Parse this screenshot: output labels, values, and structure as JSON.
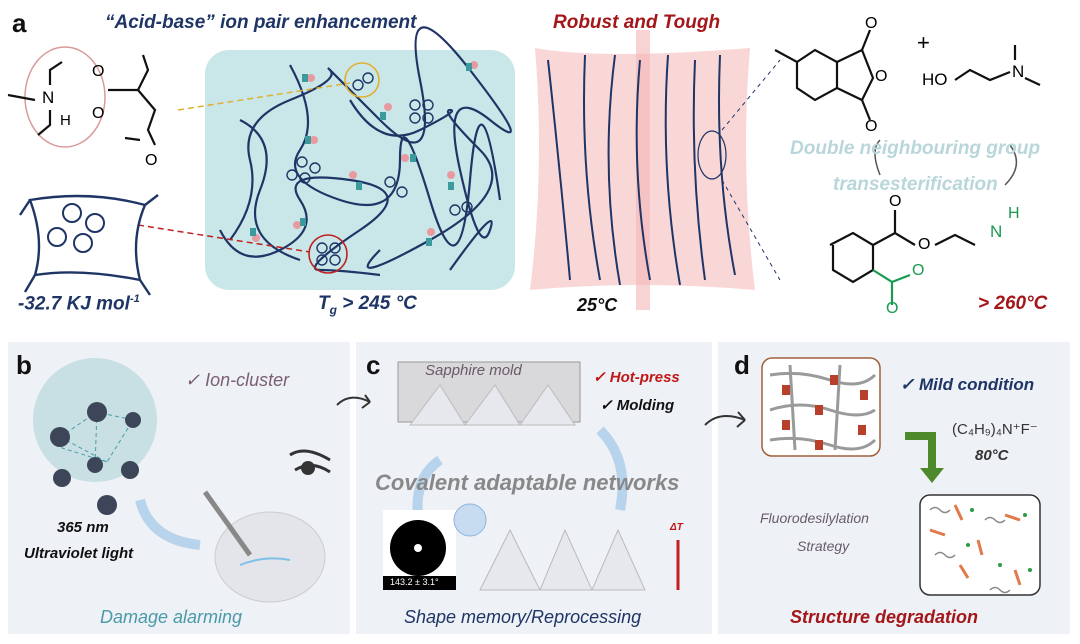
{
  "panel_a": {
    "label": "a",
    "title": "“Acid-base” ion pair enhancement",
    "energy": "-32.7 KJ mol",
    "energy_sup": "-1",
    "tg_T": "T",
    "tg_sub": "g",
    "tg_rest": " > 245 °C",
    "robust_title": "Robust and Tough",
    "temp_25": "25°C",
    "mechanism_line1": "Double neighbouring group",
    "mechanism_line2": "transesterification",
    "temp_260": "> 260°C",
    "plus": "+",
    "chem": {
      "O": "O",
      "N": "N",
      "H": "H",
      "HO": "HO"
    }
  },
  "panel_b": {
    "label": "b",
    "check_item": "✓ Ion-cluster",
    "uv_line1": "365 nm",
    "uv_line2": "Ultraviolet light",
    "caption": "Damage alarming"
  },
  "panel_c": {
    "label": "c",
    "mold": "Sapphire  mold",
    "hot_press": "✓ Hot-press",
    "molding": "✓ Molding",
    "network": "Covalent adaptable networks",
    "contact_angle": "143.2 ± 3.1°",
    "delta_t": "ΔT",
    "caption": "Shape memory/Reprocessing"
  },
  "panel_d": {
    "label": "d",
    "mild": "✓ Mild condition",
    "reagent": "(C₄H₉)₄N⁺F⁻",
    "temp": "80°C",
    "strategy_line1": "Fluorodesilylation",
    "strategy_line2": "Strategy",
    "caption": "Structure degradation"
  },
  "colors": {
    "navy": "#1f3566",
    "dark_red": "#a3161a",
    "teal_box": "#c9e6e8",
    "pink_box": "#f9d7d7",
    "panel_bg": "#eef1f6",
    "mechanism_text": "#b9d7da",
    "green": "#1a9a50"
  }
}
